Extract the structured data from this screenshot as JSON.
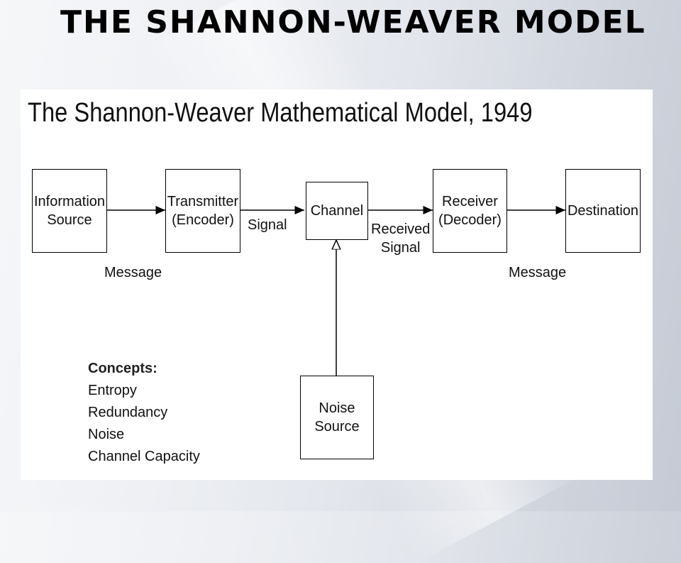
{
  "slide": {
    "title": "The Shannon-Weaver Model"
  },
  "diagram": {
    "title": "The Shannon-Weaver Mathematical Model, 1949",
    "nodes": {
      "information_source": [
        "Information",
        "Source"
      ],
      "transmitter": [
        "Transmitter",
        "(Encoder)"
      ],
      "channel": [
        "Channel"
      ],
      "receiver": [
        "Receiver",
        "(Decoder)"
      ],
      "destination": [
        "Destination"
      ],
      "noise_source": [
        "Noise",
        "Source"
      ]
    },
    "edge_labels": {
      "message_left": "Message",
      "signal": "Signal",
      "received_signal": [
        "Received",
        "Signal"
      ],
      "message_right": "Message"
    },
    "concepts": {
      "heading": "Concepts:",
      "items": [
        "Entropy",
        "Redundancy",
        "Noise",
        "Channel Capacity"
      ]
    }
  }
}
